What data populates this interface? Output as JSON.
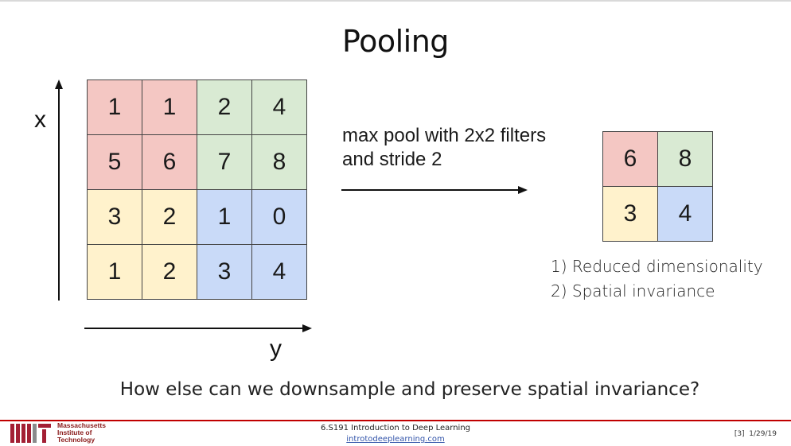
{
  "slide": {
    "title": "Pooling",
    "axis_x_label": "x",
    "axis_y_label": "y",
    "operation_line1": "max pool with 2x2 filters",
    "operation_line2": "and stride 2",
    "points": [
      "1) Reduced dimensionality",
      "2) Spatial invariance"
    ],
    "question": "How else can we downsample and preserve spatial invariance?"
  },
  "input_grid": {
    "rows": [
      [
        {
          "v": "1",
          "c": "red"
        },
        {
          "v": "1",
          "c": "red"
        },
        {
          "v": "2",
          "c": "green"
        },
        {
          "v": "4",
          "c": "green"
        }
      ],
      [
        {
          "v": "5",
          "c": "red"
        },
        {
          "v": "6",
          "c": "red"
        },
        {
          "v": "7",
          "c": "green"
        },
        {
          "v": "8",
          "c": "green"
        }
      ],
      [
        {
          "v": "3",
          "c": "yellow"
        },
        {
          "v": "2",
          "c": "yellow"
        },
        {
          "v": "1",
          "c": "blue"
        },
        {
          "v": "0",
          "c": "blue"
        }
      ],
      [
        {
          "v": "1",
          "c": "yellow"
        },
        {
          "v": "2",
          "c": "yellow"
        },
        {
          "v": "3",
          "c": "blue"
        },
        {
          "v": "4",
          "c": "blue"
        }
      ]
    ]
  },
  "output_grid": {
    "rows": [
      [
        {
          "v": "6",
          "c": "red"
        },
        {
          "v": "8",
          "c": "green"
        }
      ],
      [
        {
          "v": "3",
          "c": "yellow"
        },
        {
          "v": "4",
          "c": "blue"
        }
      ]
    ]
  },
  "colors": {
    "red": "#f4c7c3",
    "green": "#d9ead3",
    "yellow": "#fff2cc",
    "blue": "#c9daf8",
    "footer_rule": "#c00000"
  },
  "footer": {
    "institution_line1": "Massachusetts",
    "institution_line2": "Institute of",
    "institution_line3": "Technology",
    "course": "6.S191 Introduction to Deep Learning",
    "link": "introtodeeplearning.com",
    "slide_number": "[3]",
    "date": "1/29/19"
  }
}
